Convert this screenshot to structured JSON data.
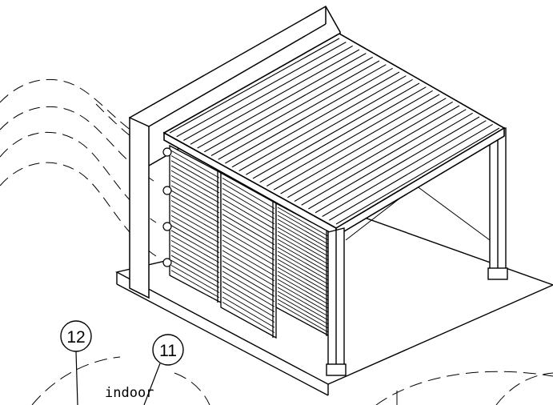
{
  "callouts": [
    {
      "number": "12"
    },
    {
      "number": "11",
      "label": "indoor"
    }
  ],
  "colors": {
    "line": "#000000",
    "background": "#ffffff"
  }
}
